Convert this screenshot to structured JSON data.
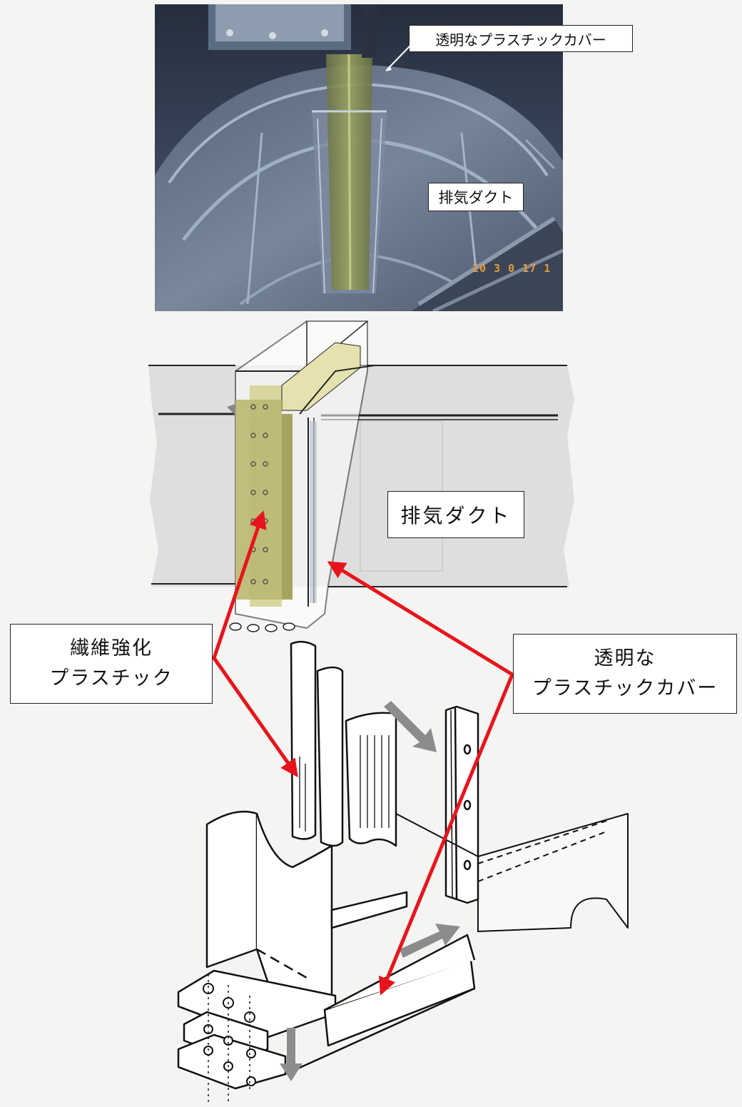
{
  "photo": {
    "label_cover": "透明なプラスチックカバー",
    "label_duct": "排気ダクト",
    "date_stamp": "20 3 0 17 1"
  },
  "diagram": {
    "label_duct": "排気ダクト",
    "label_frp_line1": "繊維強化",
    "label_frp_line2": "プラスチック",
    "label_cover_line1": "透明な",
    "label_cover_line2": "プラスチックカバー"
  },
  "colors": {
    "arrow_red": "#e8141c",
    "frp_green": "#b9b870",
    "move_arrow_gray": "#8c8c8c"
  }
}
